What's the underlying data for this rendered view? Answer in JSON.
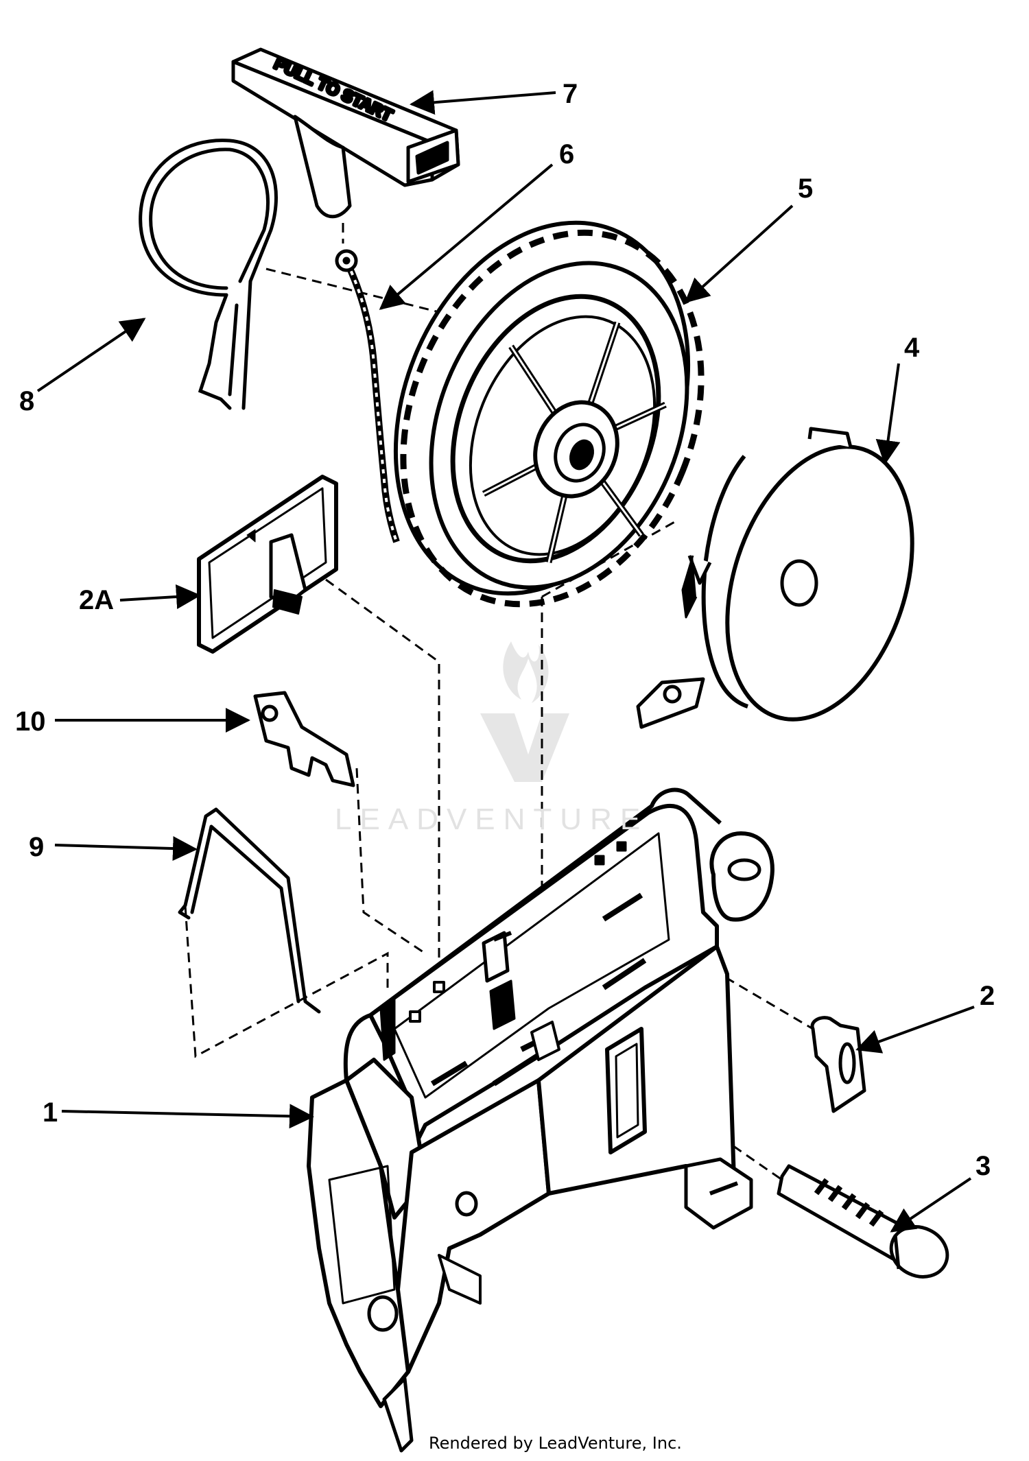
{
  "labels": {
    "p1": "1",
    "p2": "2",
    "p2a": "2A",
    "p3": "3",
    "p4": "4",
    "p5": "5",
    "p6": "6",
    "p7": "7",
    "p8": "8",
    "p9": "9",
    "p10": "10"
  },
  "handle_text": "PULL TO START",
  "watermark": "LEADVENTURE",
  "credit": "Rendered by LeadVenture, Inc."
}
